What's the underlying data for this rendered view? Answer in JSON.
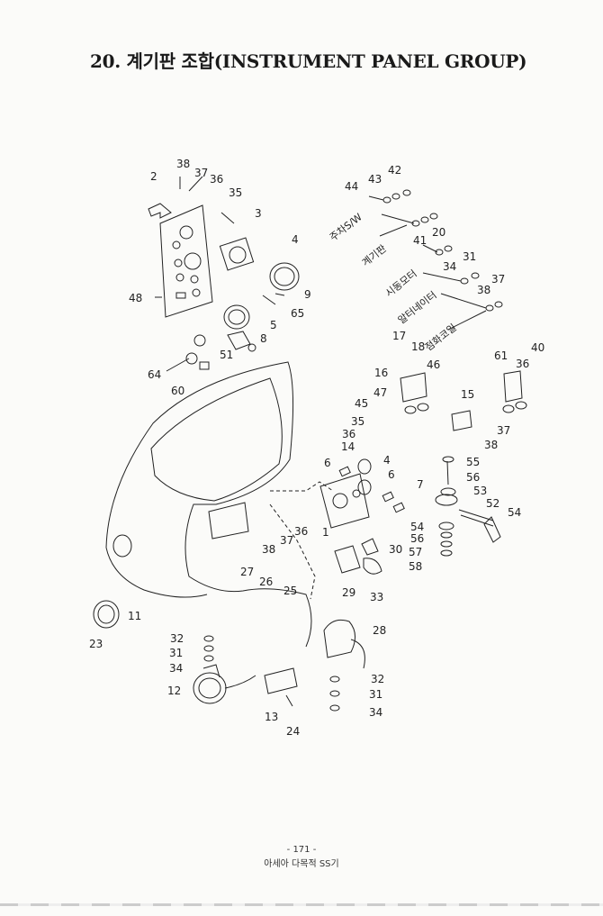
{
  "page": {
    "title": "20. 계기판 조합(INSTRUMENT PANEL GROUP)",
    "page_number": "- 171 -",
    "publisher": "아세아 다목적 SS기"
  },
  "diagram": {
    "korean_labels": [
      "주차S/W",
      "계기판",
      "시동모터",
      "알터네이터",
      "점화코일"
    ],
    "part_numbers": [
      "1",
      "2",
      "3",
      "4",
      "5",
      "6",
      "7",
      "8",
      "9",
      "11",
      "12",
      "13",
      "14",
      "15",
      "16",
      "17",
      "18",
      "20",
      "23",
      "24",
      "25",
      "26",
      "27",
      "28",
      "29",
      "30",
      "31",
      "32",
      "33",
      "34",
      "35",
      "36",
      "37",
      "38",
      "40",
      "41",
      "42",
      "43",
      "44",
      "45",
      "46",
      "47",
      "48",
      "51",
      "52",
      "53",
      "54",
      "55",
      "56",
      "57",
      "58",
      "60",
      "61",
      "64",
      "65"
    ]
  }
}
